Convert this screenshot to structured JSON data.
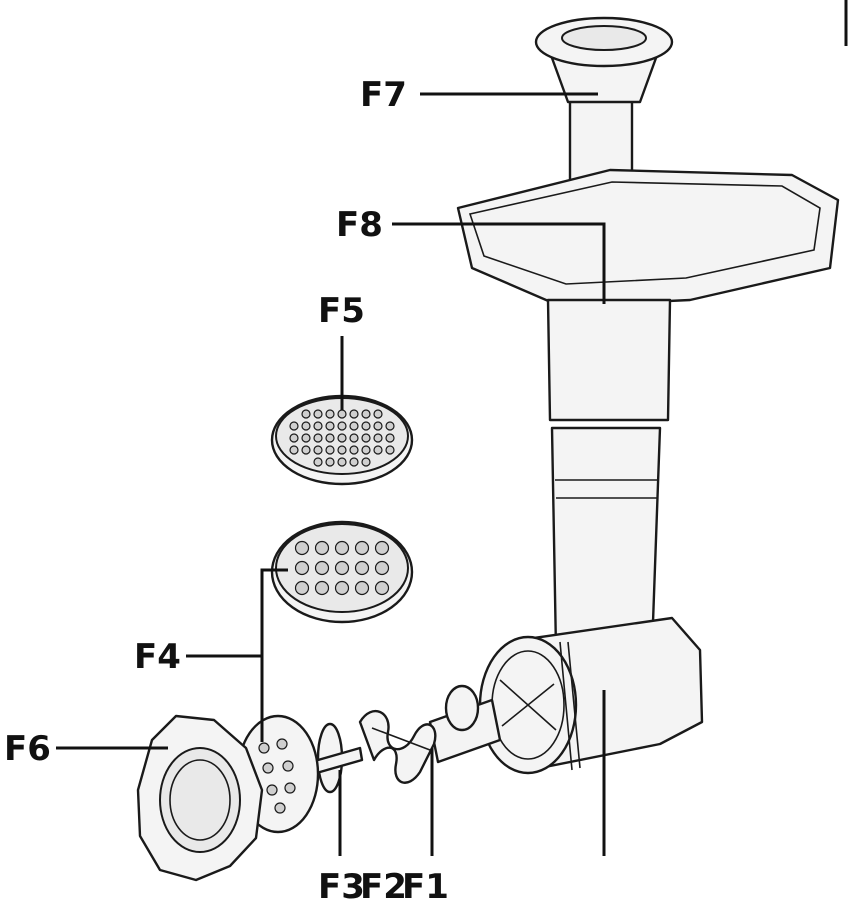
{
  "labels": {
    "f1": "F1",
    "f2": "F2",
    "f3": "F3",
    "f4": "F4",
    "f5": "F5",
    "f6": "F6",
    "f7": "F7",
    "f8": "F8"
  },
  "colors": {
    "line": "#1a1a1a",
    "fill": "#f4f4f4",
    "shade": "#e9e9e9"
  }
}
